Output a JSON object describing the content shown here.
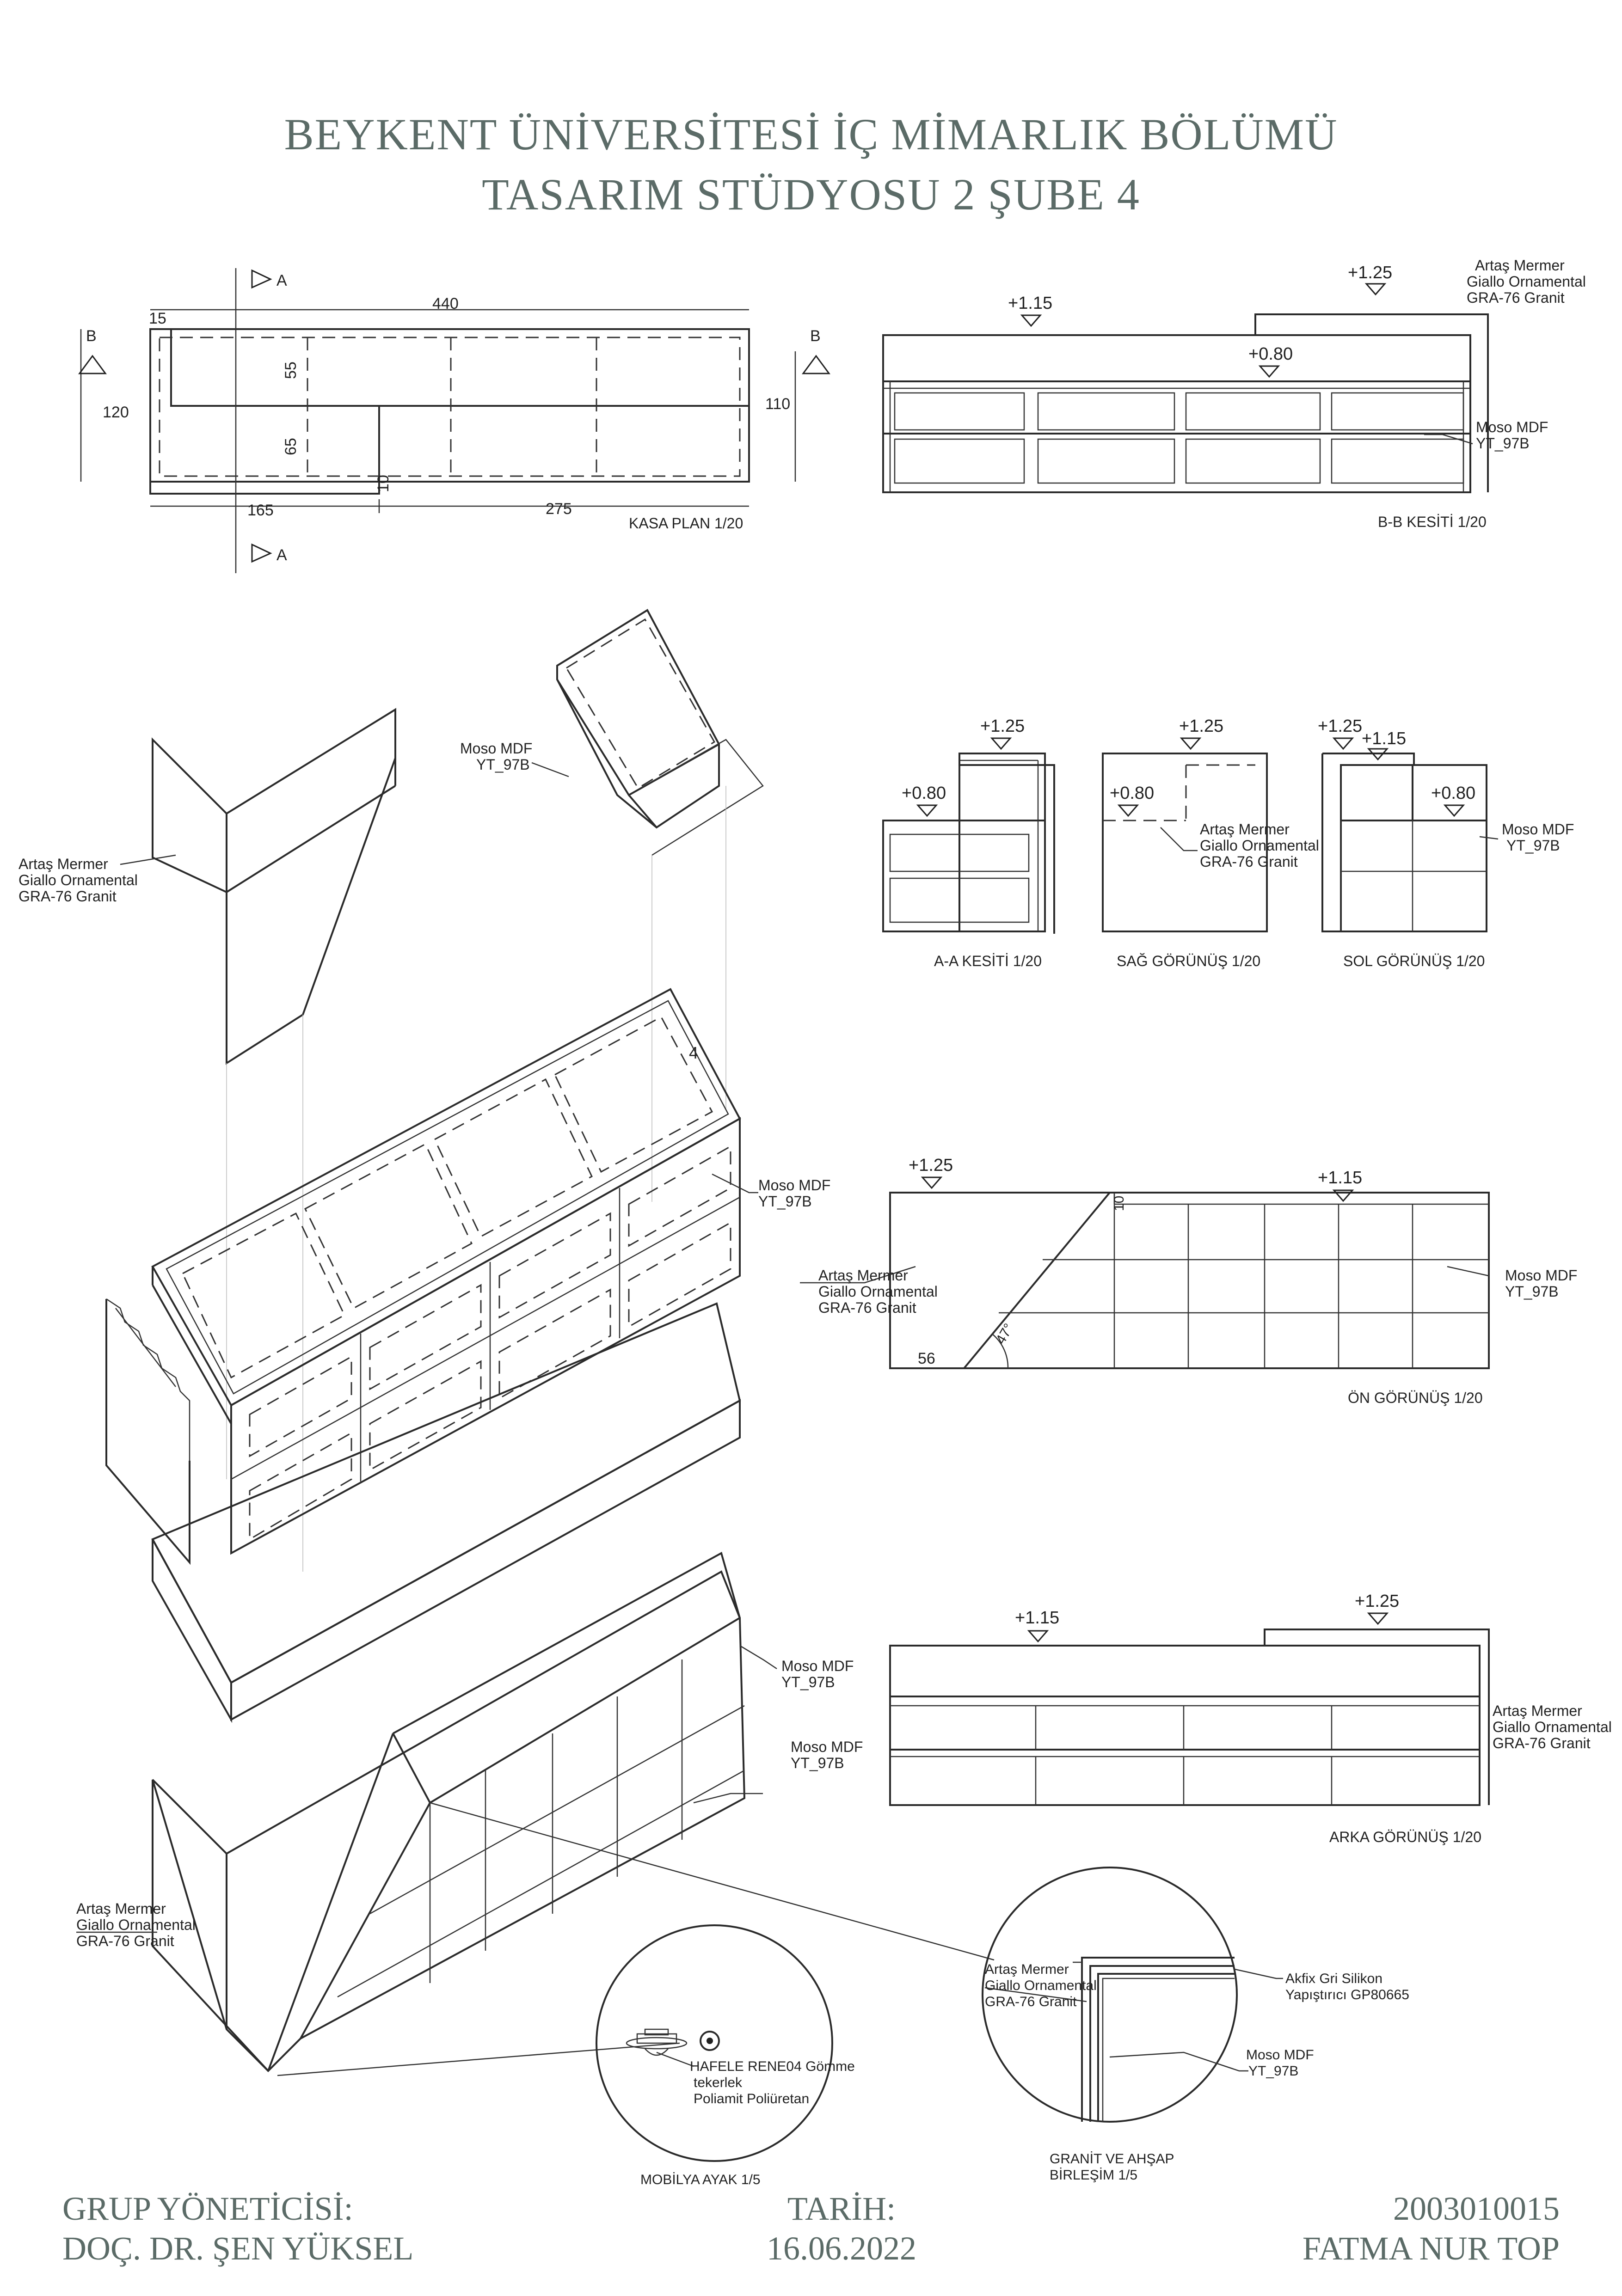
{
  "header": {
    "line1": "BEYKENT ÜNİVERSİTESİ İÇ MİMARLIK BÖLÜMÜ",
    "line2": "TASARIM STÜDYOSU 2 ŞUBE 4"
  },
  "footer": {
    "left_label": "GRUP YÖNETİCİSİ:",
    "left_value": "DOÇ. DR. ŞEN YÜKSEL",
    "center_label": "TARİH:",
    "center_value": "16.06.2022",
    "right_number": "2003010015",
    "right_name": "FATMA NUR TOP"
  },
  "materials": {
    "marble_l1": "Artaş Mermer",
    "marble_l2": "Giallo Ornamental",
    "marble_l3": "GRA-76 Granit",
    "mdf_l1": "Moso MDF",
    "mdf_l2": "YT_97B",
    "silicone_l1": "Akfix Gri Silikon",
    "silicone_l2": "Yapıştırıcı GP80665",
    "wheel_l1": "HAFELE RENE04 Gömme",
    "wheel_l2": "tekerlek",
    "wheel_l3": "Poliamit Poliüretan"
  },
  "plan": {
    "caption": "KASA PLAN 1/20",
    "section_a": "A",
    "section_b": "B",
    "dim_440": "440",
    "dim_15": "15",
    "dim_55": "55",
    "dim_65": "65",
    "dim_10": "10",
    "dim_120": "120",
    "dim_110": "110",
    "dim_165": "165",
    "dim_275": "275"
  },
  "levels": {
    "l115": "+1.15",
    "l125": "+1.25",
    "l080": "+0.80"
  },
  "views": {
    "bb": "B-B KESİTİ 1/20",
    "aa": "A-A KESİTİ 1/20",
    "sag": "SAĞ GÖRÜNÜŞ 1/20",
    "sol": "SOL GÖRÜNÜŞ 1/20",
    "on": "ÖN GÖRÜNÜŞ 1/20",
    "arka": "ARKA GÖRÜNÜŞ 1/20",
    "ayak": "MOBİLYA AYAK 1/5",
    "birlesim_l1": "GRANİT VE AHŞAP",
    "birlesim_l2": "BİRLEŞİM 1/5"
  },
  "front": {
    "dim_10": "10",
    "dim_56": "56",
    "angle": "47°"
  },
  "iso": {
    "mark_4": "4"
  }
}
